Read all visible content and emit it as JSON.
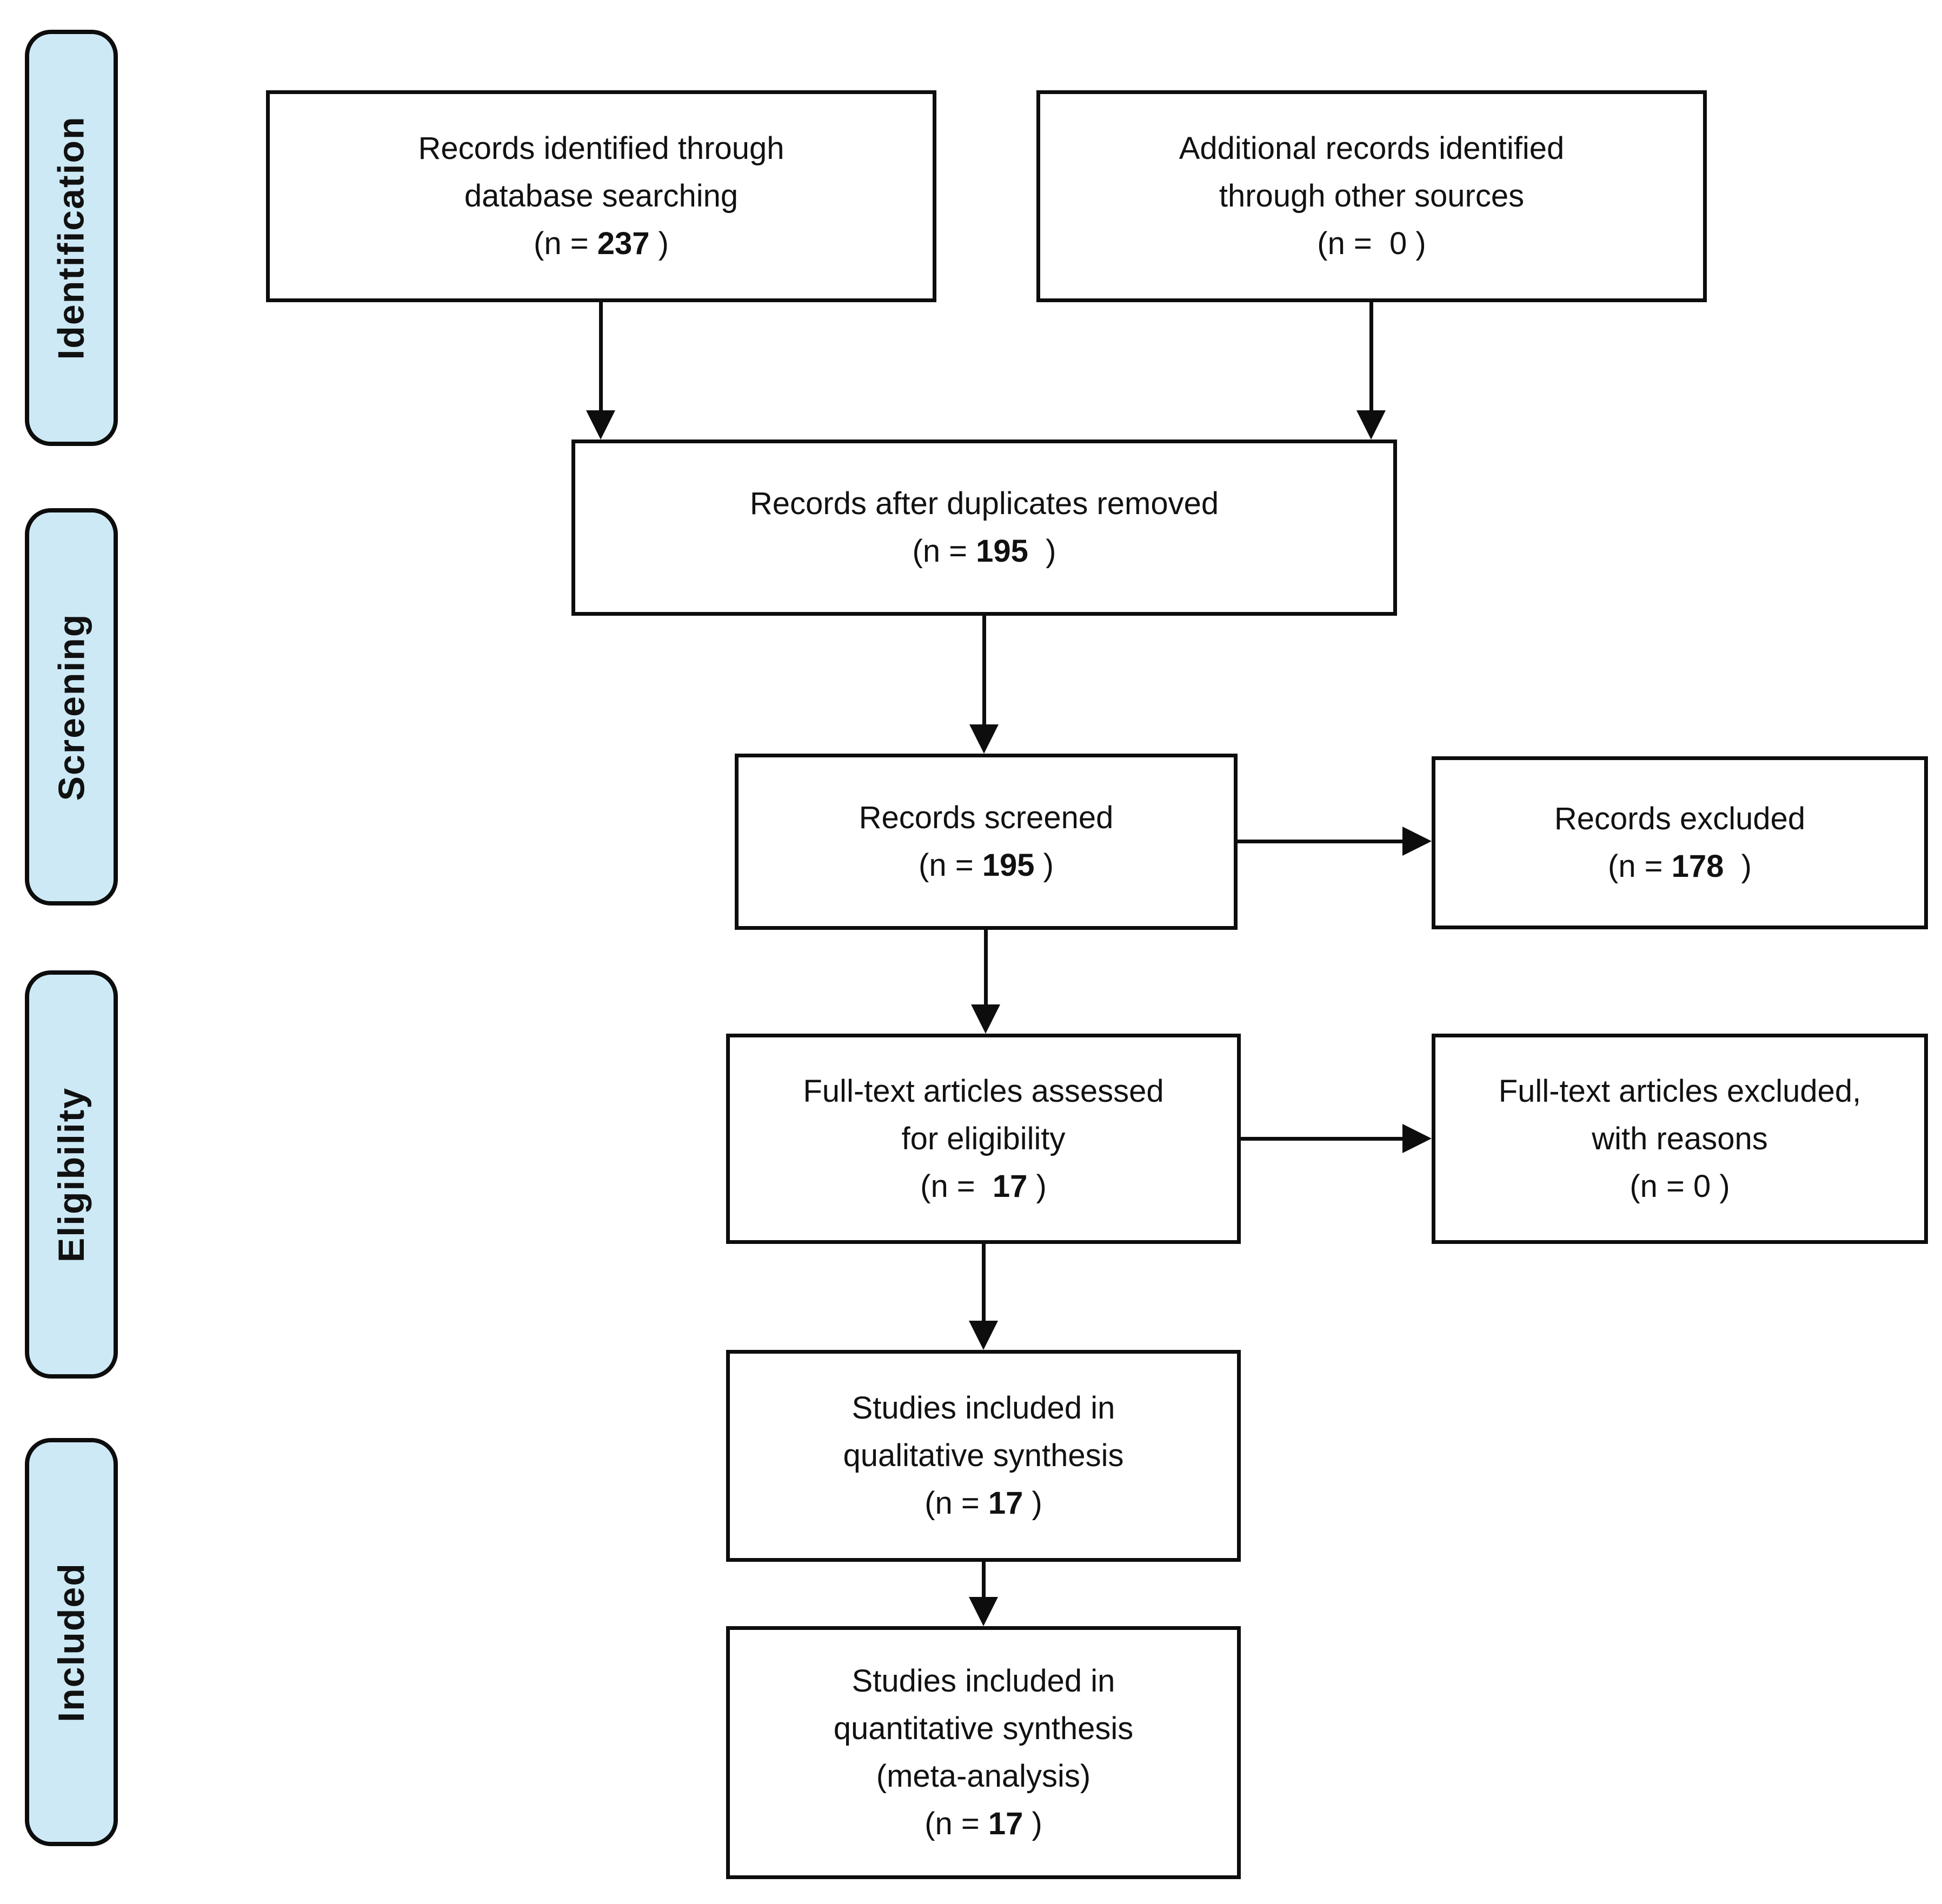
{
  "stages": [
    {
      "label": "Identification"
    },
    {
      "label": "Screening"
    },
    {
      "label": "Eligibility"
    },
    {
      "label": "Included"
    }
  ],
  "boxes": [
    {
      "id": "records-identified",
      "lines": [
        "Records identified through",
        "database searching"
      ],
      "n": {
        "pre": "(n = ",
        "value": "237",
        "post": " )",
        "bold": true
      }
    },
    {
      "id": "additional-records",
      "lines": [
        "Additional records identified",
        "through other sources"
      ],
      "n": {
        "pre": "(n =  ",
        "value": "0",
        "post": " )",
        "bold": false
      }
    },
    {
      "id": "duplicates-removed",
      "lines": [
        "Records after duplicates removed"
      ],
      "n": {
        "pre": "(n = ",
        "value": "195",
        "post": "  )",
        "bold": true
      }
    },
    {
      "id": "records-screened",
      "lines": [
        "Records screened"
      ],
      "n": {
        "pre": "(n = ",
        "value": "195",
        "post": " )",
        "bold": true
      }
    },
    {
      "id": "records-excluded",
      "lines": [
        "Records excluded"
      ],
      "n": {
        "pre": "(n = ",
        "value": "178",
        "post": "  )",
        "bold": true
      }
    },
    {
      "id": "fulltext-assessed",
      "lines": [
        "Full-text articles assessed",
        "for eligibility"
      ],
      "n": {
        "pre": "(n =  ",
        "value": "17",
        "post": " )",
        "bold": true
      }
    },
    {
      "id": "fulltext-excluded",
      "lines": [
        "Full-text articles excluded,",
        "with reasons"
      ],
      "n": {
        "pre": "(n = ",
        "value": "0",
        "post": " )",
        "bold": false
      }
    },
    {
      "id": "qualitative-synthesis",
      "lines": [
        "Studies included in",
        "qualitative synthesis"
      ],
      "n": {
        "pre": "(n = ",
        "value": "17",
        "post": " )",
        "bold": true
      }
    },
    {
      "id": "quantitative-synthesis",
      "lines": [
        "Studies included in",
        "quantitative synthesis",
        "(meta-analysis)"
      ],
      "n": {
        "pre": "(n = ",
        "value": "17",
        "post": " )",
        "bold": true
      }
    }
  ],
  "colors": {
    "stage_fill": "#cde9f6",
    "stroke": "#0d0d0d",
    "box_fill": "#ffffff",
    "text": "#111111"
  }
}
